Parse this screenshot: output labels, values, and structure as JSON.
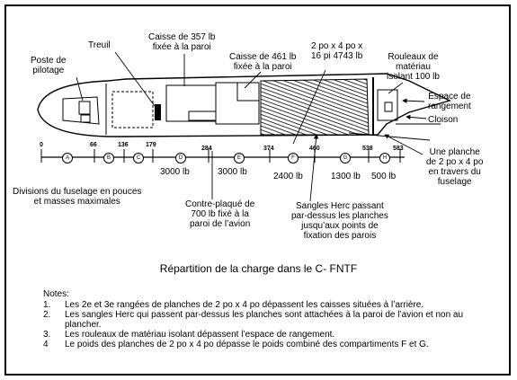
{
  "labels": {
    "treuil": "Treuil",
    "poste_line1": "Poste de",
    "poste_line2": "pilotage",
    "caisse357_line1": "Caisse de 357 lb",
    "caisse357_line2": "fixée à la paroi",
    "caisse461_line1": "Caisse de 461 lb",
    "caisse461_line2": "fixée à la paroi",
    "planks_line1": "2 po x 4 po x",
    "planks_line2": "16 pi 4743 lb",
    "rouleaux_line1": "Rouleaux de",
    "rouleaux_line2": "matériau",
    "rouleaux_line3": "isolant 100 lb",
    "espace_line1": "Espace de",
    "espace_line2": "rangement",
    "cloison": "Cloison",
    "planche_line1": "Une planche",
    "planche_line2": "de 2 po x 4 po",
    "planche_line3": "en travers du",
    "planche_line4": "fuselage",
    "divisions_line1": "Divisions du fuselage en pouces",
    "divisions_line2": "et masses maximales",
    "contre_line1": "Contre-plaqué de",
    "contre_line2": "700 lb fixé à la",
    "contre_line3": "paroi de l’avion",
    "sangles_line1": "Sangles Herc passant",
    "sangles_line2": "par-dessus les planches",
    "sangles_line3": "jusqu’aux points de",
    "sangles_line4": "fixation des parois"
  },
  "stations": [
    "0",
    "66",
    "136",
    "179",
    "284",
    "374",
    "460",
    "538",
    "583"
  ],
  "compartments": [
    "A",
    "B",
    "C",
    "D",
    "E",
    "F",
    "G",
    "H"
  ],
  "weights": [
    "3000 lb",
    "3000 lb",
    "2400 lb",
    "1300 lb",
    "500 lb"
  ],
  "caption": "Répartition de la charge dans le C- FNTF",
  "notes_title": "Notes:",
  "notes": [
    {
      "num": "1.",
      "text": "Les 2e et 3e rangées de planches de 2 po x 4 po dépassent les caisses situées à l’arrière."
    },
    {
      "num": "2.",
      "text": "Les sangles Herc qui passent par-dessus les planches sont attachées à la paroi de l’avion et non au plancher."
    },
    {
      "num": "3.",
      "text": "Les rouleaux de matériau isolant dépassent l’espace de rangement."
    },
    {
      "num": "4",
      "text": "Le poids des planches de 2 po x 4 po dépasse le poids combiné des compartiments F et G."
    }
  ]
}
